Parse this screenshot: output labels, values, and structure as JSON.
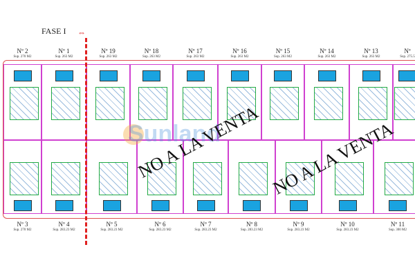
{
  "phase": {
    "label": "FASE I",
    "arrow": "⇔"
  },
  "watermark": {
    "text": "NO A LA VENTA",
    "logo": "Sunland"
  },
  "top_lots": [
    {
      "num": "Nº 2",
      "sup": "Sup. 270 M2"
    },
    {
      "num": "Nº 1",
      "sup": "Sup. 263 M2"
    },
    {
      "num": "Nº 19",
      "sup": "Sup. 263 M2"
    },
    {
      "num": "Nº 18",
      "sup": "Sup. 263 M2"
    },
    {
      "num": "Nº 17",
      "sup": "Sup. 263 M2"
    },
    {
      "num": "Nº 16",
      "sup": "Sup. 263 M2"
    },
    {
      "num": "Nº 15",
      "sup": "Sup. 263 M2"
    },
    {
      "num": "Nº 14",
      "sup": "Sup. 263 M2"
    },
    {
      "num": "Nº 13",
      "sup": "Sup. 263 M2"
    },
    {
      "num": "Nº",
      "sup": "Sup. 275.5"
    }
  ],
  "bottom_lots": [
    {
      "num": "Nº 3",
      "sup": "Sup. 270 M2"
    },
    {
      "num": "Nº 4",
      "sup": "Sup. 283.23 M2"
    },
    {
      "num": "Nº 5",
      "sup": "Sup. 283.23 M2"
    },
    {
      "num": "Nº 6",
      "sup": "Sup. 283.23 M2"
    },
    {
      "num": "Nº 7",
      "sup": "Sup. 283.23 M2"
    },
    {
      "num": "Nº 8",
      "sup": "Sup. 283.23 M2"
    },
    {
      "num": "Nº 9",
      "sup": "Sup. 283.23 M2"
    },
    {
      "num": "Nº 10",
      "sup": "Sup. 283.23 M2"
    },
    {
      "num": "Nº 11",
      "sup": "Sup. 300 M2"
    }
  ]
}
